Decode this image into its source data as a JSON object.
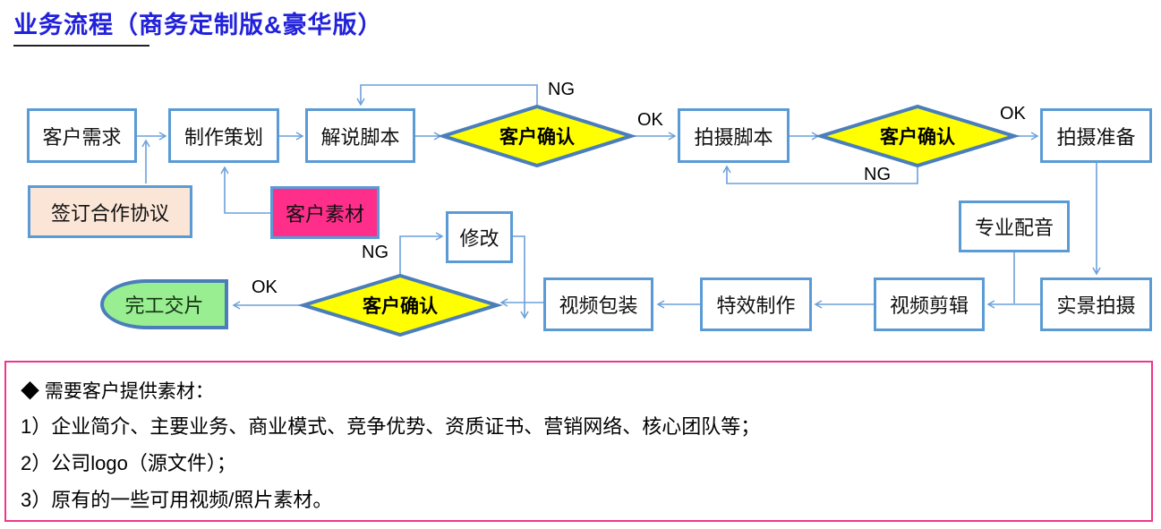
{
  "title": "业务流程（商务定制版&豪华版）",
  "flowchart": {
    "nodes": {
      "customer_needs": "客户需求",
      "production_planning": "制作策划",
      "narration_script": "解说脚本",
      "confirm1": "客户确认",
      "shooting_script": "拍摄脚本",
      "confirm2": "客户确认",
      "shooting_prep": "拍摄准备",
      "sign_agreement": "签订合作协议",
      "customer_materials": "客户素材",
      "revise": "修改",
      "pro_voiceover": "专业配音",
      "final_delivery": "完工交片",
      "confirm3": "客户确认",
      "video_packaging": "视频包装",
      "effects_production": "特效制作",
      "video_editing": "视频剪辑",
      "location_shooting": "实景拍摄"
    },
    "edge_labels": {
      "ng1": "NG",
      "ok1": "OK",
      "ok2": "OK",
      "ng2": "NG",
      "ng3": "NG",
      "ok3": "OK"
    }
  },
  "notes": {
    "heading": "◆ 需要客户提供素材：",
    "items": [
      "1）企业简介、主要业务、商业模式、竞争优势、资质证书、营销网络、核心团队等；",
      "2）公司logo（源文件）；",
      "3）原有的一些可用视频/照片素材。"
    ]
  },
  "colors": {
    "title_blue": "#2121DB",
    "box_border": "#5B9BD5",
    "diamond_border": "#4A7EBB",
    "diamond_fill": "#FFFF00",
    "connector_line": "#6CA0DC",
    "peach_fill": "#FBE5D6",
    "magenta_fill": "#FF2E8B",
    "green_fill": "#98EE90",
    "notes_border": "#F0368C"
  }
}
